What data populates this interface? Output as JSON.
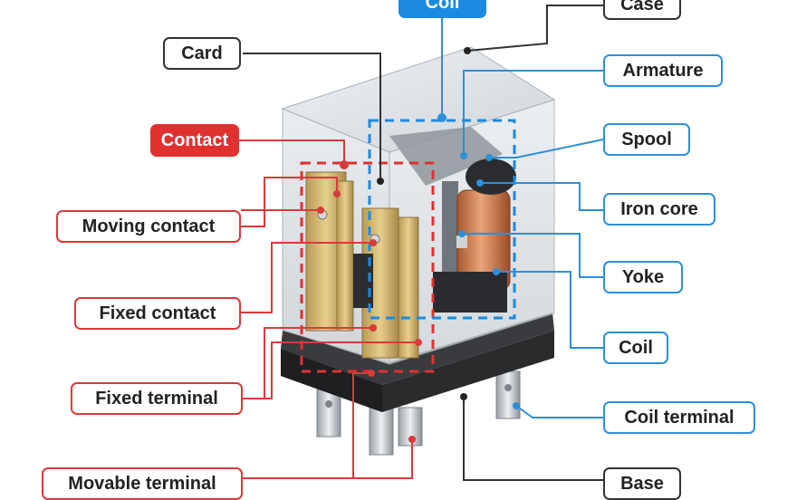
{
  "labels": {
    "coil_header": "Coil",
    "case": "Case",
    "card": "Card",
    "armature": "Armature",
    "contact_header": "Contact",
    "spool": "Spool",
    "moving_contact": "Moving contact",
    "iron_core": "Iron core",
    "yoke": "Yoke",
    "fixed_contact": "Fixed contact",
    "coil": "Coil",
    "fixed_terminal": "Fixed terminal",
    "coil_terminal": "Coil terminal",
    "movable_terminal": "Movable terminal",
    "base": "Base"
  },
  "colors": {
    "contact_group": "#e03131",
    "coil_group": "#1d8ae0",
    "structure": "#333333"
  },
  "icons": [
    "relay-illustration"
  ]
}
